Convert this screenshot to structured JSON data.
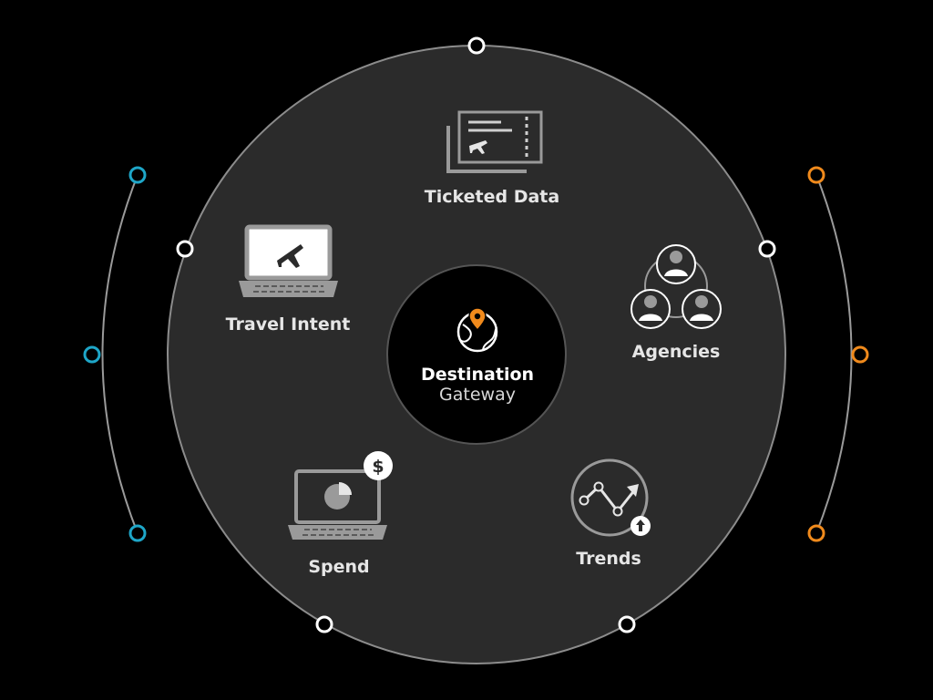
{
  "center": {
    "title": "Destination",
    "subtitle": "Gateway",
    "icon": "globe-pin-icon"
  },
  "nodes": [
    {
      "label": "Ticketed Data",
      "icon": "ticket-icon"
    },
    {
      "label": "Travel Intent",
      "icon": "laptop-plane-icon"
    },
    {
      "label": "Agencies",
      "icon": "people-network-icon"
    },
    {
      "label": "Spend",
      "icon": "laptop-pie-chart-icon"
    },
    {
      "label": "Trends",
      "icon": "trend-up-icon"
    }
  ],
  "colors": {
    "background": "#000000",
    "outer_circle": "#2b2b2b",
    "outer_ring_stroke": "#8c8c8c",
    "center_circle": "#000000",
    "accent_left": "#1ea6c8",
    "accent_right": "#f08a1c",
    "icon": "#9a9a9a",
    "pin": "#f08a1c"
  }
}
